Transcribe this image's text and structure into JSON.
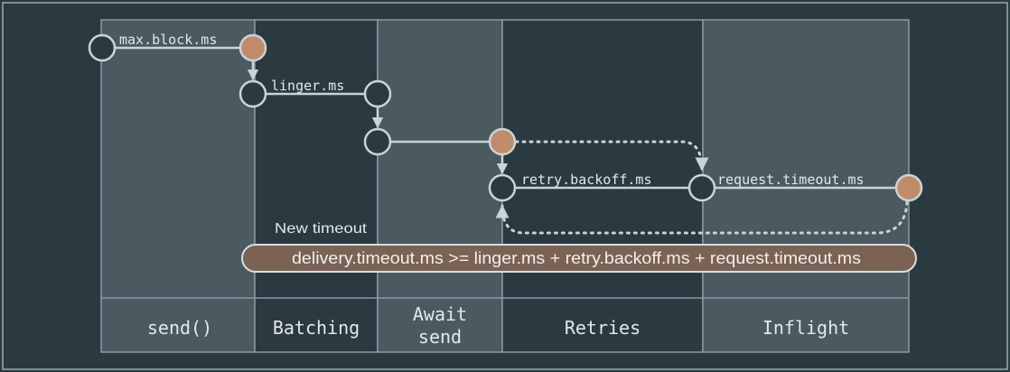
{
  "colors": {
    "background": "#2b3a41",
    "outer_border": "#9aabb3",
    "light_band": "#4b5a61",
    "dark_band": "#2b3a41",
    "band_border": "#8a9aa2",
    "line": "#c9d4d9",
    "node_fill": "#2b3a41",
    "accent_node": "#c18b69",
    "formula_fill": "#7c6252",
    "formula_border": "#d8dfe2",
    "text": "#e3e8ea"
  },
  "phases": [
    {
      "label": "send()",
      "shade": "light"
    },
    {
      "label": "Batching",
      "shade": "dark"
    },
    {
      "label": "Await\nsend",
      "shade": "light"
    },
    {
      "label": "Retries",
      "shade": "dark"
    },
    {
      "label": "Inflight",
      "shade": "light"
    }
  ],
  "timelines": {
    "max_block": "max.block.ms",
    "linger": "linger.ms",
    "retry_backoff": "retry.backoff.ms",
    "request_timeout": "request.timeout.ms"
  },
  "new_timeout": {
    "caption": "New timeout",
    "formula": "delivery.timeout.ms >= linger.ms + retry.backoff.ms + request.timeout.ms"
  }
}
